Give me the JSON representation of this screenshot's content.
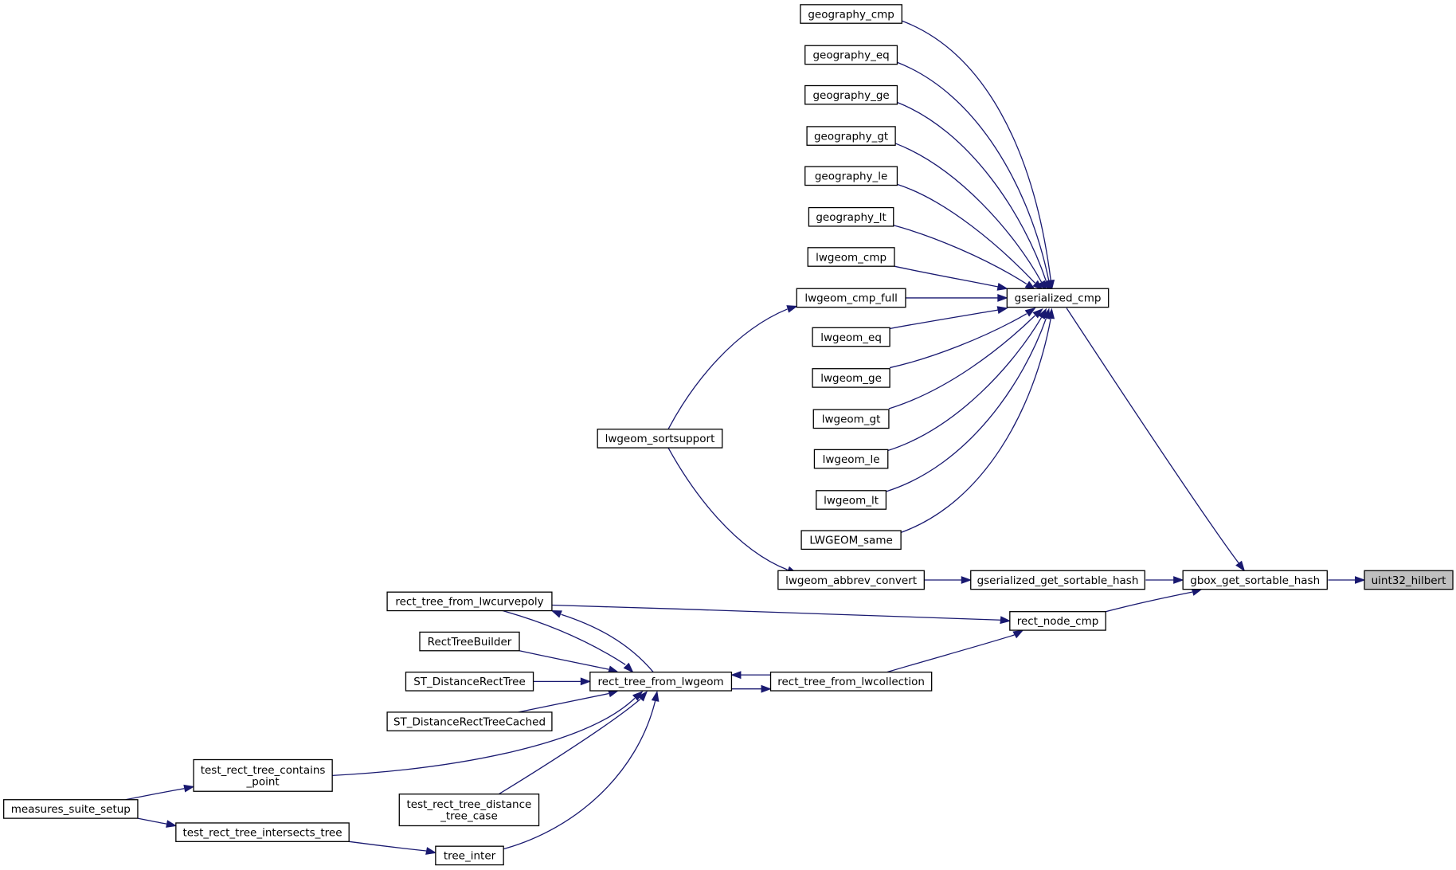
{
  "graph": {
    "edge_color": "#191970",
    "highlight_color": "#bfbfbf",
    "nodes": {
      "uint32_hilbert": {
        "lines": [
          "uint32_hilbert"
        ],
        "highlight": true
      },
      "gbox_get_sortable_hash": {
        "lines": [
          "gbox_get_sortable_hash"
        ]
      },
      "gserialized_cmp": {
        "lines": [
          "gserialized_cmp"
        ]
      },
      "gserialized_get_sortable_hash": {
        "lines": [
          "gserialized_get_sortable_hash"
        ]
      },
      "rect_node_cmp": {
        "lines": [
          "rect_node_cmp"
        ]
      },
      "geography_cmp": {
        "lines": [
          "geography_cmp"
        ]
      },
      "geography_eq": {
        "lines": [
          "geography_eq"
        ]
      },
      "geography_ge": {
        "lines": [
          "geography_ge"
        ]
      },
      "geography_gt": {
        "lines": [
          "geography_gt"
        ]
      },
      "geography_le": {
        "lines": [
          "geography_le"
        ]
      },
      "geography_lt": {
        "lines": [
          "geography_lt"
        ]
      },
      "lwgeom_cmp": {
        "lines": [
          "lwgeom_cmp"
        ]
      },
      "lwgeom_cmp_full": {
        "lines": [
          "lwgeom_cmp_full"
        ]
      },
      "lwgeom_eq": {
        "lines": [
          "lwgeom_eq"
        ]
      },
      "lwgeom_ge": {
        "lines": [
          "lwgeom_ge"
        ]
      },
      "lwgeom_gt": {
        "lines": [
          "lwgeom_gt"
        ]
      },
      "lwgeom_le": {
        "lines": [
          "lwgeom_le"
        ]
      },
      "lwgeom_lt": {
        "lines": [
          "lwgeom_lt"
        ]
      },
      "LWGEOM_same": {
        "lines": [
          "LWGEOM_same"
        ]
      },
      "lwgeom_sortsupport": {
        "lines": [
          "lwgeom_sortsupport"
        ]
      },
      "lwgeom_abbrev_convert": {
        "lines": [
          "lwgeom_abbrev_convert"
        ]
      },
      "rect_tree_from_lwcurvepoly": {
        "lines": [
          "rect_tree_from_lwcurvepoly"
        ]
      },
      "rect_tree_from_lwgeom": {
        "lines": [
          "rect_tree_from_lwgeom"
        ]
      },
      "rect_tree_from_lwcollection": {
        "lines": [
          "rect_tree_from_lwcollection"
        ]
      },
      "RectTreeBuilder": {
        "lines": [
          "RectTreeBuilder"
        ]
      },
      "ST_DistanceRectTree": {
        "lines": [
          "ST_DistanceRectTree"
        ]
      },
      "ST_DistanceRectTreeCached": {
        "lines": [
          "ST_DistanceRectTreeCached"
        ]
      },
      "test_rect_tree_contains_point": {
        "lines": [
          "test_rect_tree_contains",
          "_point"
        ]
      },
      "test_rect_tree_distance_tree_case": {
        "lines": [
          "test_rect_tree_distance",
          "_tree_case"
        ]
      },
      "measures_suite_setup": {
        "lines": [
          "measures_suite_setup"
        ]
      },
      "test_rect_tree_intersects_tree": {
        "lines": [
          "test_rect_tree_intersects_tree"
        ]
      },
      "tree_inter": {
        "lines": [
          "tree_inter"
        ]
      }
    }
  }
}
